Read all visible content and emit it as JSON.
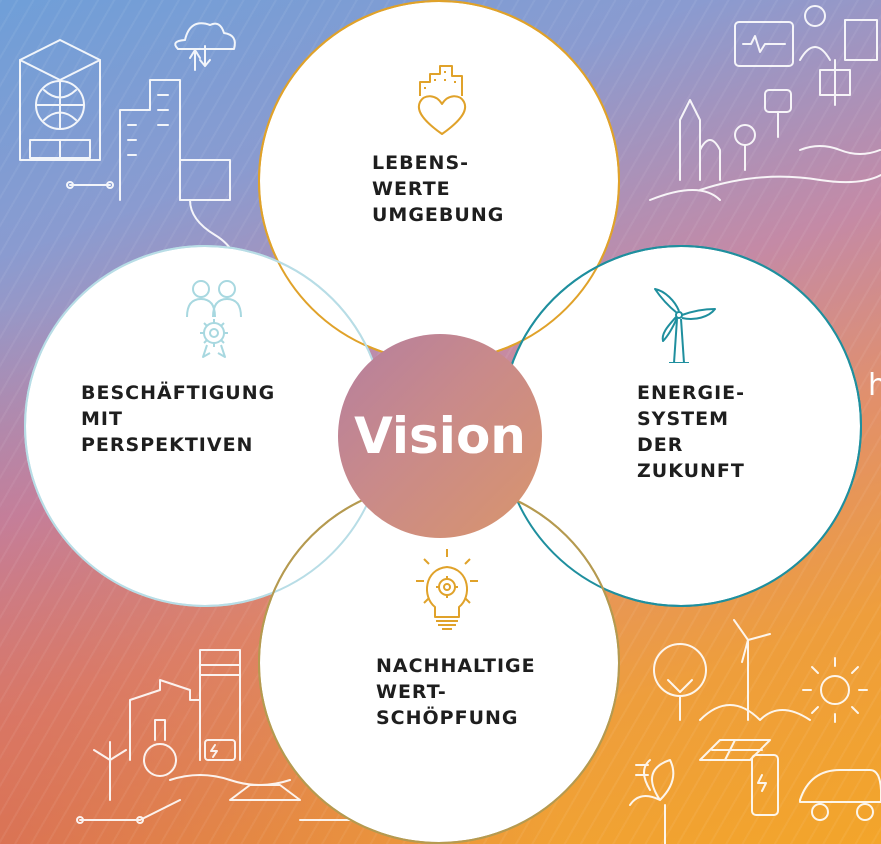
{
  "center": {
    "label": "Vision"
  },
  "petals": [
    {
      "id": "top",
      "lines": [
        "LEBENS-",
        "WERTE",
        "UMGEBUNG"
      ],
      "icon": "heart-city-icon",
      "border_color": "#e0a22a"
    },
    {
      "id": "left",
      "lines": [
        "BESCHÄFTIGUNG",
        "MIT",
        "PERSPEKTIVEN"
      ],
      "icon": "people-gear-icon",
      "border_color": "#b8dde6"
    },
    {
      "id": "right",
      "lines": [
        "ENERGIE-",
        "SYSTEM",
        "DER",
        "ZUKUNFT"
      ],
      "icon": "wind-turbine-icon",
      "border_color": "#1f8f9e"
    },
    {
      "id": "bottom",
      "lines": [
        "NACHHALTIGE",
        "WERT-",
        "SCHÖPFUNG"
      ],
      "icon": "lightbulb-gear-icon",
      "border_color": "#b59a50"
    }
  ],
  "edge_text": "h",
  "colors": {
    "center_gradient": [
      "#b57f9f",
      "#d9956c"
    ],
    "label_text": "#1e1e1e"
  }
}
